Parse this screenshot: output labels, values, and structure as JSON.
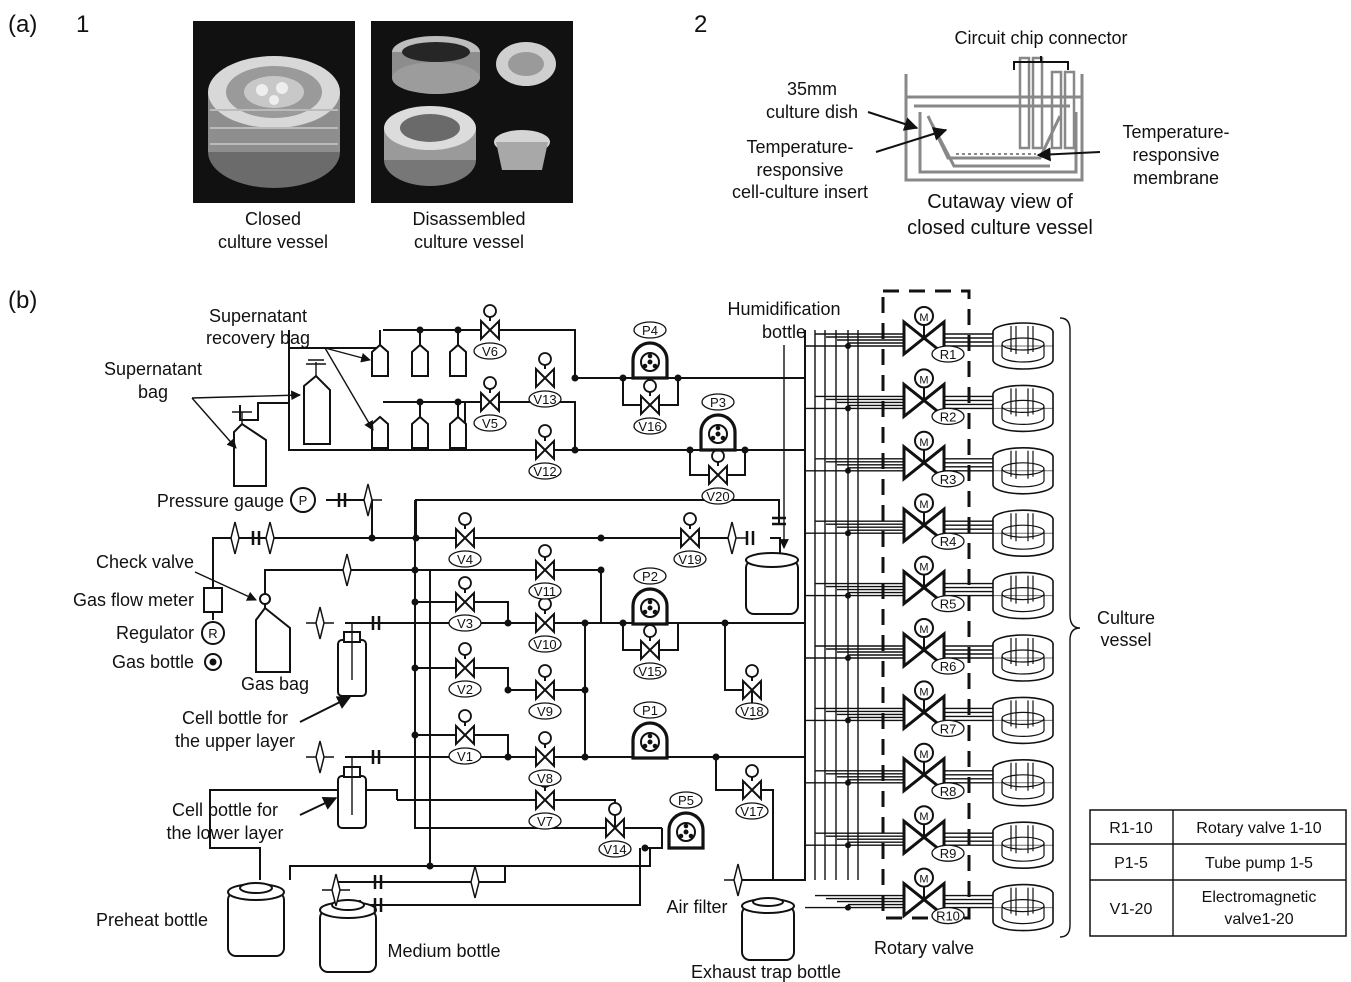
{
  "panel_a": {
    "tag": "(a)",
    "sub1": "1",
    "sub2": "2",
    "photo1_caption": [
      "Closed",
      "culture vessel"
    ],
    "photo2_caption": [
      "Disassembled",
      "culture vessel"
    ],
    "connector": "Circuit chip connector",
    "dish": [
      "35mm",
      "culture dish"
    ],
    "insert": [
      "Temperature-",
      "responsive",
      "cell-culture insert"
    ],
    "membrane": [
      "Temperature-",
      "responsive",
      "membrane"
    ],
    "cutaway": [
      "Cutaway view of",
      "closed culture vessel"
    ]
  },
  "panel_b": {
    "tag": "(b)",
    "labels": {
      "recovery_bag": [
        "Supernatant",
        "recovery bag"
      ],
      "supernatant_bag": [
        "Supernatant",
        "bag"
      ],
      "humidification": [
        "Humidification",
        "bottle"
      ],
      "pressure_gauge": "Pressure gauge",
      "check_valve": "Check valve",
      "gas_flow_meter": "Gas flow meter",
      "regulator": "Regulator",
      "gas_bottle": "Gas bottle",
      "gas_bag": "Gas bag",
      "cell_upper": [
        "Cell bottle for",
        "the upper layer"
      ],
      "cell_lower": [
        "Cell bottle for",
        "the lower layer"
      ],
      "preheat": "Preheat bottle",
      "medium": "Medium bottle",
      "air_filter": "Air filter",
      "exhaust": "Exhaust trap bottle",
      "rotary_valve": "Rotary valve",
      "culture_vessel": [
        "Culture",
        "vessel"
      ]
    },
    "gauge_letter": "P",
    "regulator_letter": "R",
    "motor_letter": "M",
    "valves": [
      "V1",
      "V2",
      "V3",
      "V4",
      "V5",
      "V6",
      "V7",
      "V8",
      "V9",
      "V10",
      "V11",
      "V12",
      "V13",
      "V14",
      "V15",
      "V16",
      "V17",
      "V18",
      "V19",
      "V20"
    ],
    "pumps": [
      "P1",
      "P2",
      "P3",
      "P4",
      "P5"
    ],
    "rotary": [
      "R1",
      "R2",
      "R3",
      "R4",
      "R5",
      "R6",
      "R7",
      "R8",
      "R9",
      "R10"
    ],
    "legend": [
      {
        "code": "R1-10",
        "meaning": [
          "Rotary valve 1-10"
        ]
      },
      {
        "code": "P1-5",
        "meaning": [
          "Tube pump 1-5"
        ]
      },
      {
        "code": "V1-20",
        "meaning": [
          "Electromagnetic",
          "valve1-20"
        ]
      }
    ]
  }
}
